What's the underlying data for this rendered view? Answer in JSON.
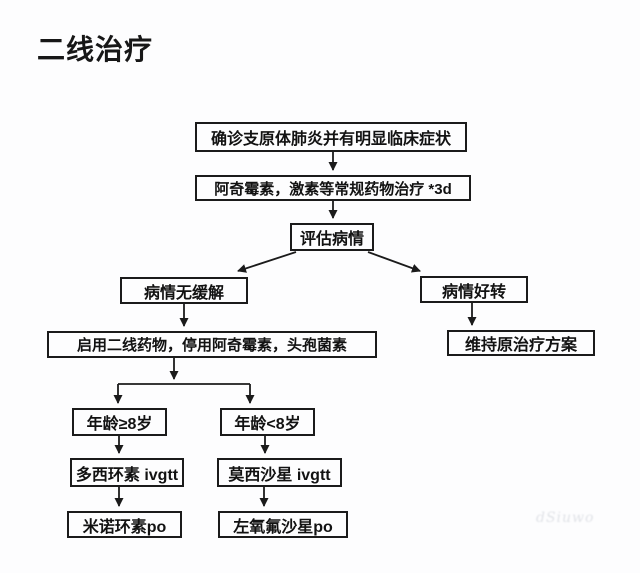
{
  "title": "二线治疗",
  "nodes": {
    "confirm": {
      "label": "确诊支原体肺炎并有明显临床症状"
    },
    "conventional": {
      "label": "阿奇霉素，激素等常规药物治疗 *3d"
    },
    "assess": {
      "label": "评估病情"
    },
    "no_relief": {
      "label": "病情无缓解"
    },
    "improved": {
      "label": "病情好转"
    },
    "second_line": {
      "label": "启用二线药物，停用阿奇霉素，头孢菌素"
    },
    "maintain": {
      "label": "维持原治疗方案"
    },
    "age_ge8": {
      "label": "年龄≥8岁"
    },
    "age_lt8": {
      "label": "年龄<8岁"
    },
    "doxycycline": {
      "label": "多西环素 ivgtt"
    },
    "moxifloxacin": {
      "label": "莫西沙星 ivgtt"
    },
    "minocycline": {
      "label": "米诺环素po"
    },
    "levofloxacin": {
      "label": "左氧氟沙星po"
    }
  },
  "edges": [
    {
      "from": "confirm",
      "to": "conventional"
    },
    {
      "from": "conventional",
      "to": "assess"
    },
    {
      "from": "assess",
      "to": "no_relief"
    },
    {
      "from": "assess",
      "to": "improved"
    },
    {
      "from": "no_relief",
      "to": "second_line"
    },
    {
      "from": "improved",
      "to": "maintain"
    },
    {
      "from": "second_line",
      "to": "age_ge8"
    },
    {
      "from": "second_line",
      "to": "age_lt8"
    },
    {
      "from": "age_ge8",
      "to": "doxycycline"
    },
    {
      "from": "doxycycline",
      "to": "minocycline"
    },
    {
      "from": "age_lt8",
      "to": "moxifloxacin"
    },
    {
      "from": "moxifloxacin",
      "to": "levofloxacin"
    }
  ],
  "watermark": "dSiuwo",
  "colors": {
    "line": "#1b1b1b",
    "box_border": "#1b1b1b",
    "text": "#121212",
    "background": "#fdfdfe"
  }
}
